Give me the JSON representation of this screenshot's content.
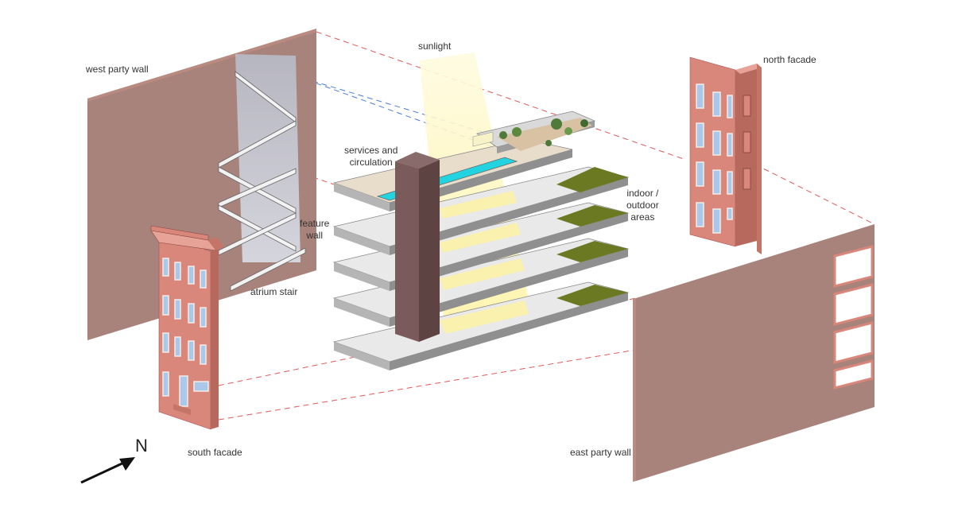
{
  "labels": {
    "west_party_wall": "west party wall",
    "sunlight": "sunlight",
    "north_facade": "north facade",
    "services_and_circulation_line1": "services and",
    "services_and_circulation_line2": "circulation",
    "indoor_outdoor_line1": "indoor /",
    "indoor_outdoor_line2": "outdoor",
    "indoor_outdoor_line3": "areas",
    "feature_wall_line1": "feature",
    "feature_wall_line2": "wall",
    "atrium_stair": "atrium stair",
    "south_facade": "south facade",
    "east_party_wall": "east party wall",
    "north_arrow": "N"
  },
  "colors": {
    "party_wall_face": "#a8837b",
    "party_wall_edge": "#b98a80",
    "facade_brick": "#d9877a",
    "facade_shadow": "#b8695e",
    "window_glass": "#a9c8ea",
    "window_frame": "#f3ece6",
    "slab_top": "#e9e9e9",
    "slab_edge": "#8f8f8f",
    "core_top": "#8a6b6b",
    "core_side": "#5e4343",
    "green_roof": "#6b7a22",
    "pool_water": "#22d4e0",
    "sunlight_beam": "#fff4a0",
    "feature_wall_glass": "#c7ccd8",
    "dashed_red": "#e0595a",
    "dashed_blue": "#4a7cd0",
    "stair": "#f2f2f2"
  }
}
